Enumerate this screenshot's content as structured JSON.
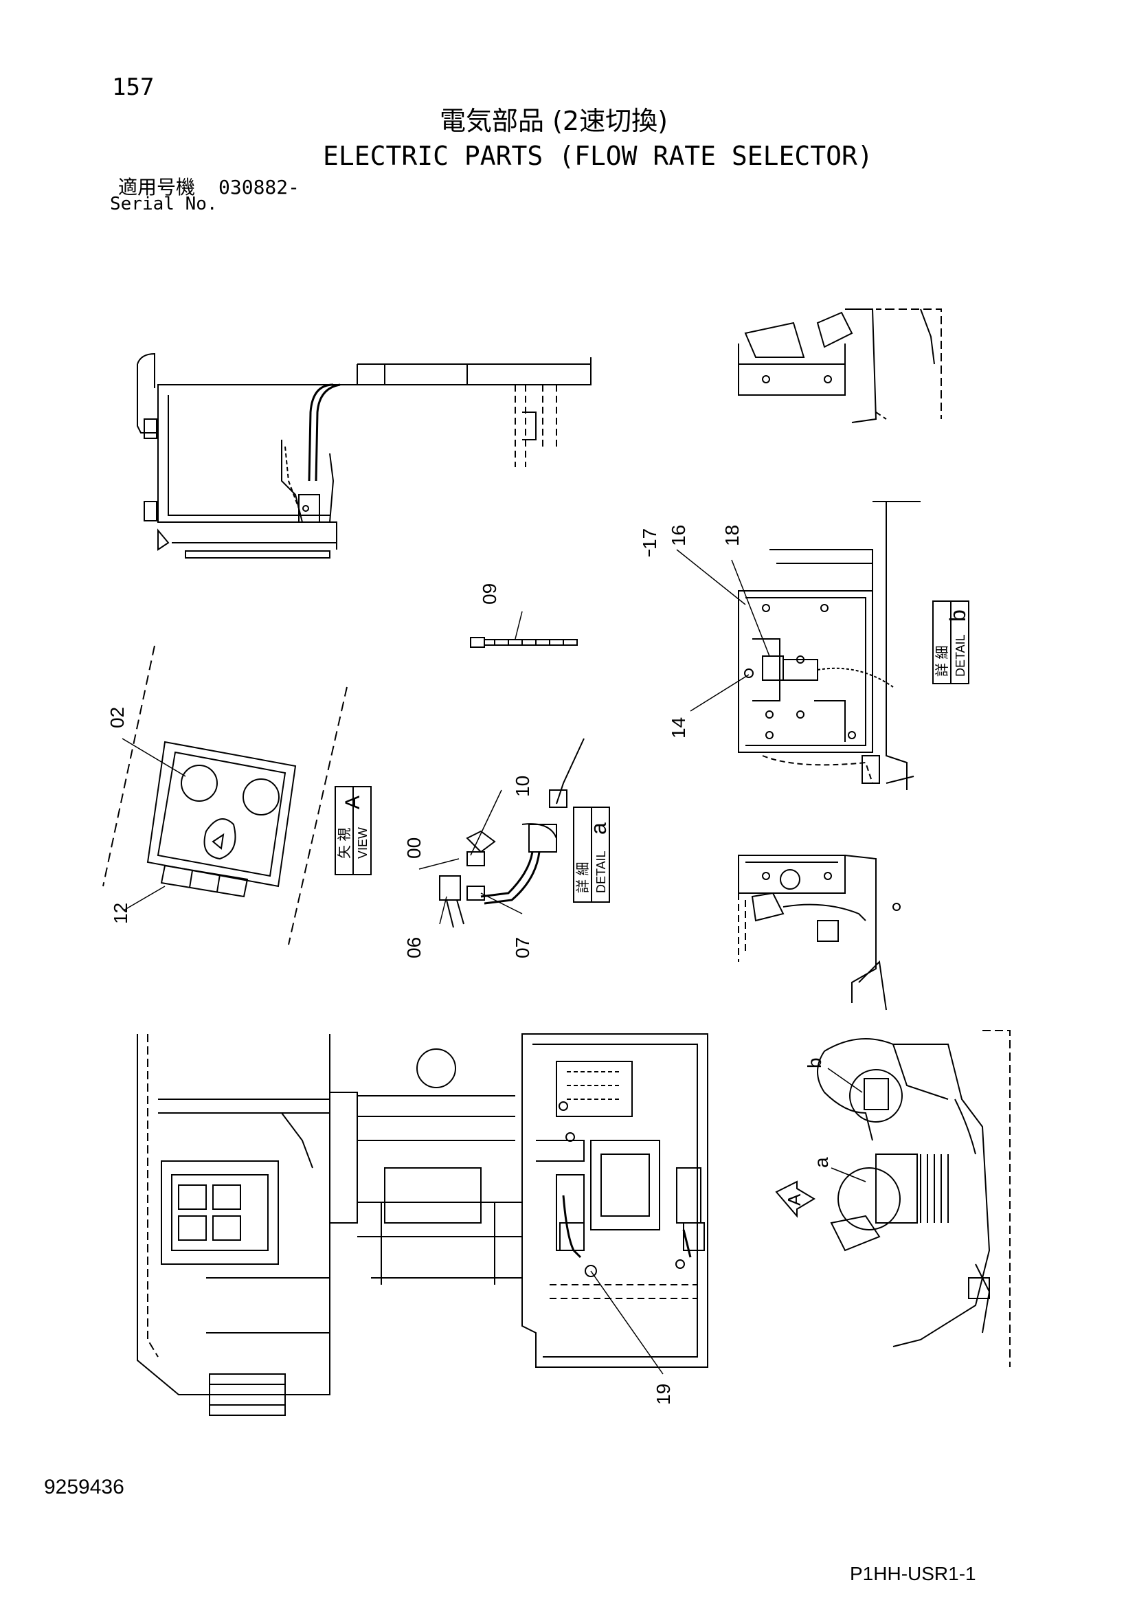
{
  "header": {
    "page_number": "157",
    "title_ja": "電気部品 (2速切換)",
    "title_en": "ELECTRIC PARTS (FLOW RATE SELECTOR)",
    "serial_label_ja": "適用号機",
    "serial_value": "030882-",
    "serial_label_en": "Serial No."
  },
  "callouts": {
    "p00": "00",
    "p02": "02",
    "p06": "06",
    "p07": "07",
    "p09": "09",
    "p10": "10",
    "p12": "12",
    "p14": "14",
    "p16": "16",
    "p17": "17",
    "p18": "18",
    "p19": "19"
  },
  "detail_labels": {
    "view_ja": "矢 視",
    "view_en": "VIEW",
    "view_letter": "A",
    "detail_ja": "詳 細",
    "detail_en": "DETAIL",
    "detail_a_letter": "a",
    "detail_b_letter": "b",
    "arrow_letter": "A",
    "marker_a": "a",
    "marker_b": "b"
  },
  "footer": {
    "part_number": "9259436",
    "page_code": "P1HH-USR1-1"
  }
}
